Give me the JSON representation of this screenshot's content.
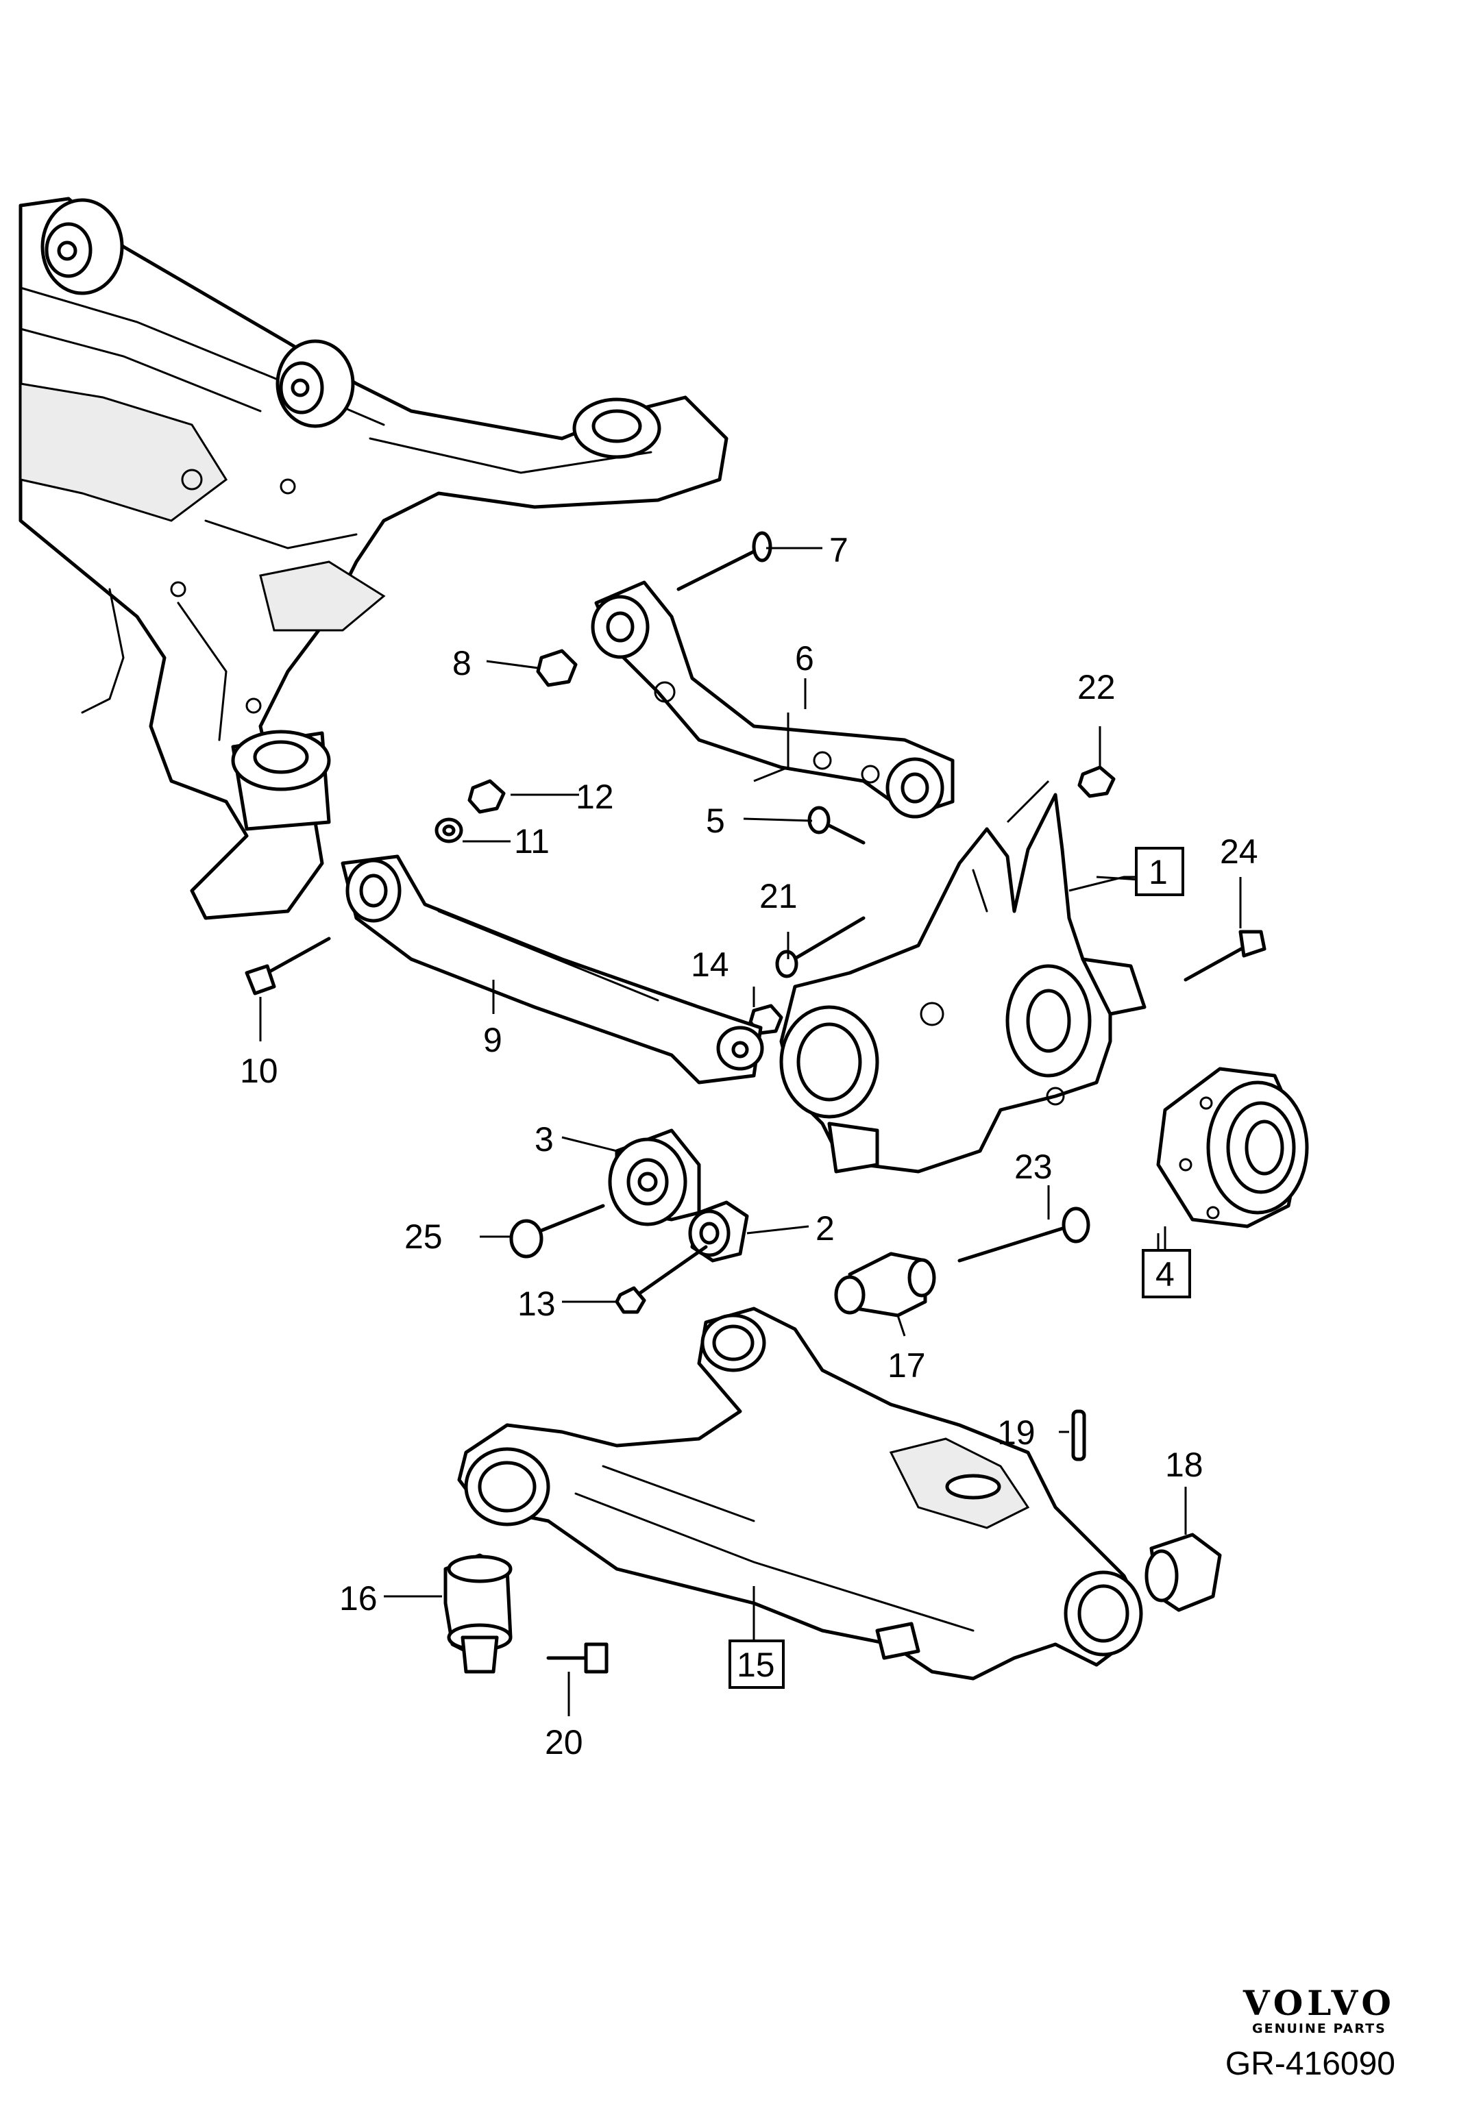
{
  "callouts": [
    {
      "id": "1",
      "label": "1",
      "boxed": true
    },
    {
      "id": "2",
      "label": "2",
      "boxed": false
    },
    {
      "id": "3",
      "label": "3",
      "boxed": false
    },
    {
      "id": "4",
      "label": "4",
      "boxed": true
    },
    {
      "id": "5",
      "label": "5",
      "boxed": false
    },
    {
      "id": "6",
      "label": "6",
      "boxed": false
    },
    {
      "id": "7",
      "label": "7",
      "boxed": false
    },
    {
      "id": "8",
      "label": "8",
      "boxed": false
    },
    {
      "id": "9",
      "label": "9",
      "boxed": false
    },
    {
      "id": "10",
      "label": "10",
      "boxed": false
    },
    {
      "id": "11",
      "label": "11",
      "boxed": false
    },
    {
      "id": "12",
      "label": "12",
      "boxed": false
    },
    {
      "id": "13",
      "label": "13",
      "boxed": false
    },
    {
      "id": "14",
      "label": "14",
      "boxed": false
    },
    {
      "id": "15",
      "label": "15",
      "boxed": true
    },
    {
      "id": "16",
      "label": "16",
      "boxed": false
    },
    {
      "id": "17",
      "label": "17",
      "boxed": false
    },
    {
      "id": "18",
      "label": "18",
      "boxed": false
    },
    {
      "id": "19",
      "label": "19",
      "boxed": false
    },
    {
      "id": "20",
      "label": "20",
      "boxed": false
    },
    {
      "id": "21",
      "label": "21",
      "boxed": false
    },
    {
      "id": "22",
      "label": "22",
      "boxed": false
    },
    {
      "id": "23",
      "label": "23",
      "boxed": false
    },
    {
      "id": "24",
      "label": "24",
      "boxed": false
    },
    {
      "id": "25",
      "label": "25",
      "boxed": false
    }
  ],
  "brand": {
    "name": "VOLVO",
    "subtitle": "GENUINE PARTS"
  },
  "drawing_id": "GR-416090"
}
